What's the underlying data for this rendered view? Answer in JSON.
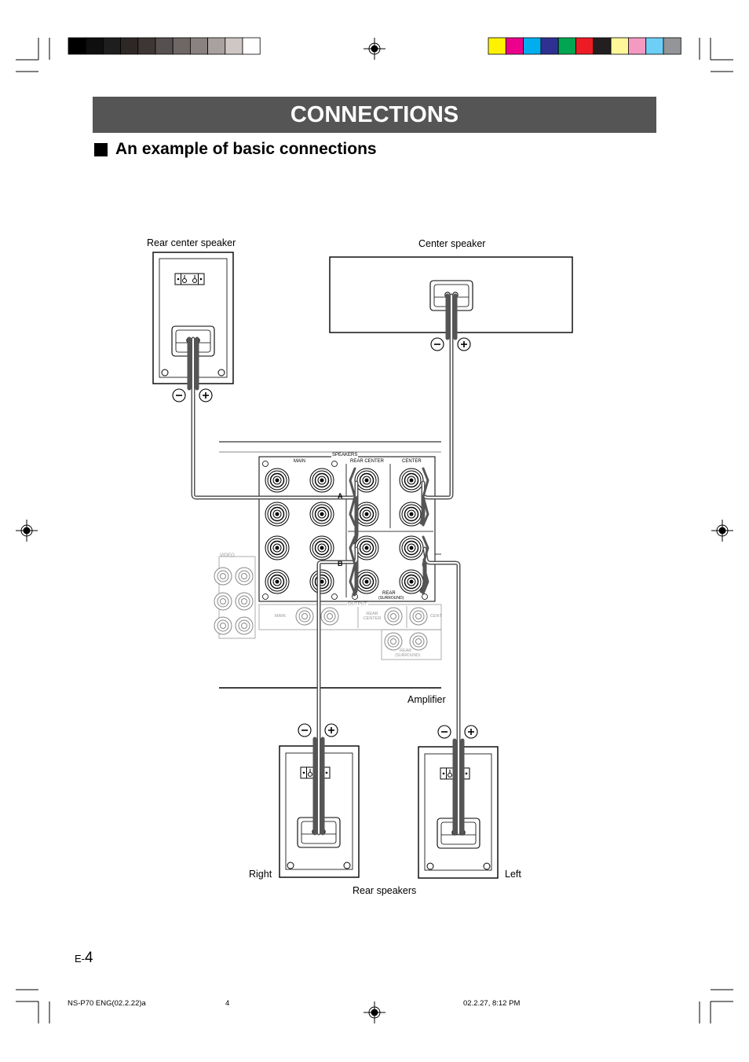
{
  "header": {
    "title": "CONNECTIONS"
  },
  "section": {
    "title": "An example of basic connections"
  },
  "diagram": {
    "rear_center_label": "Rear center speaker",
    "center_label": "Center speaker",
    "amplifier_label": "Amplifier",
    "right_label": "Right",
    "left_label": "Left",
    "rear_speakers_label": "Rear speakers",
    "panel": {
      "speakers": "SPEAKERS",
      "main": "MAIN",
      "rear_center": "REAR CENTER",
      "center": "CENTER",
      "rear": "REAR",
      "surround": "(SURROUND)",
      "video": "VIDEO",
      "output": "OUTPUT",
      "out_main": "MAIN",
      "out_rear_center": "REAR CENTER",
      "out_cent": "CENT",
      "out_rear": "REAR",
      "out_surround": "(SURROUND)",
      "a": "A",
      "b": "B"
    }
  },
  "footer": {
    "page_prefix": "E-",
    "page_number": "4",
    "file": "NS-P70 ENG(02.2.22)a",
    "sheet": "4",
    "timestamp": "02.2.27, 8:12 PM"
  },
  "colors": {
    "header_bg": "#555555",
    "gray_scale": [
      "#000000",
      "#0f0f0f",
      "#1e1e1e",
      "#2d2726",
      "#3e3634",
      "#575050",
      "#6f6764",
      "#8a8280",
      "#a9a19f",
      "#cfc7c4",
      "#ffffff"
    ],
    "color_bar": [
      "#fff200",
      "#ec008c",
      "#00aeef",
      "#2e3192",
      "#00a651",
      "#ed1c24",
      "#231f20",
      "#fff799",
      "#f49ac1",
      "#6dcff6",
      "#939598"
    ]
  }
}
